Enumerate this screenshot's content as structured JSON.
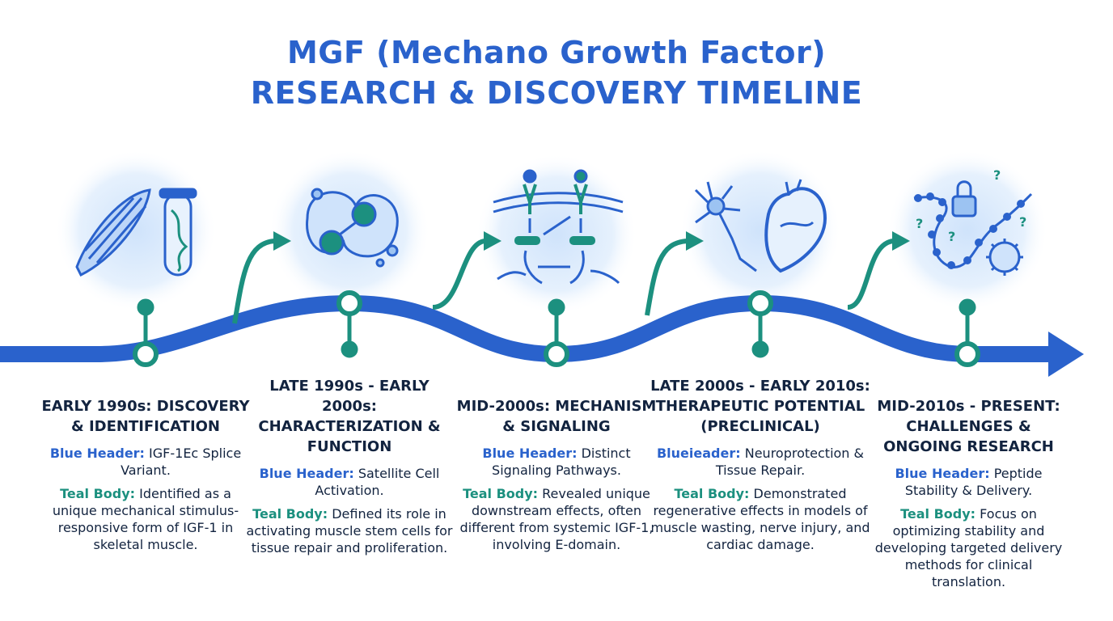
{
  "title": {
    "line1": "MGF (Mechano Growth Factor)",
    "line2": "RESEARCH & DISCOVERY TIMELINE"
  },
  "colors": {
    "blue": "#2a62cc",
    "teal": "#1c907f",
    "dark": "#12233f"
  },
  "milestones": [
    {
      "heading": "EARLY 1990s: DISCOVERY & IDENTIFICATION",
      "blue_label": "Blue Header:",
      "blue_text": "IGF-1Ec Splice Variant.",
      "teal_label": "Teal Body:",
      "teal_text": "Identified as a unique mechanical stimulus-responsive form of IGF-1 in skeletal muscle.",
      "icon": "muscle-dna-tube-icon"
    },
    {
      "heading": "LATE 1990s - EARLY 2000s: CHARACTERIZATION & FUNCTION",
      "blue_label": "Blue Header:",
      "blue_text": "Satellite Cell Activation.",
      "teal_label": "Teal Body:",
      "teal_text": "Defined its role in activating muscle stem cells for tissue repair and proliferation.",
      "icon": "dividing-cell-icon"
    },
    {
      "heading": "MID-2000s: MECHANISM & SIGNALING",
      "blue_label": "Blue Header:",
      "blue_text": "Distinct Signaling Pathways.",
      "teal_label": "Teal Body:",
      "teal_text": "Revealed unique downstream effects, often different from systemic IGF-1, involving E-domain.",
      "icon": "receptor-signaling-icon"
    },
    {
      "heading": "LATE 2000s - EARLY 2010s: THERAPEUTIC POTENTIAL (PRECLINICAL)",
      "blue_label": "Blueieader:",
      "blue_text": "Neuroprotection & Tissue Repair.",
      "teal_label": "Teal Body:",
      "teal_text": "Demonstrated regenerative effects in models of muscle wasting, nerve injury, and cardiac damage.",
      "icon": "neuron-heart-icon"
    },
    {
      "heading": "MID-2010s - PRESENT: CHALLENGES & ONGOING RESEARCH",
      "blue_label": "Blue Header:",
      "blue_text": "Peptide Stability & Delivery.",
      "teal_label": "Teal Body:",
      "teal_text": "Focus on optimizing stability and developing targeted delivery methods for clinical translation.",
      "icon": "peptide-lock-virus-icon"
    }
  ]
}
